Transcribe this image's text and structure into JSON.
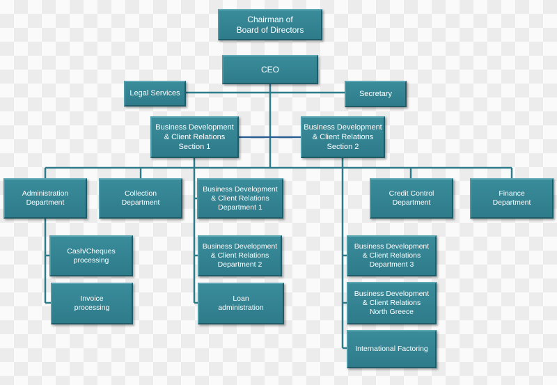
{
  "title": "Organization Chart",
  "nodes": {
    "chairman": "Chairman of\nBoard of Directors",
    "ceo": "CEO",
    "legal": "Legal Services",
    "secretary": "Secretary",
    "section1": "Business Development\n& Client Relations\nSection 1",
    "section2": "Business Development\n& Client Relations\nSection 2",
    "admin": "Administration\nDepartment",
    "collection": "Collection\nDepartment",
    "bd_dept1": "Business Development\n& Client Relations\nDepartment 1",
    "credit": "Credit Control\nDepartment",
    "finance": "Finance\nDepartment",
    "cash": "Cash/Cheques\nprocessing",
    "invoice": "Invoice\nprocessing",
    "bd_dept2": "Business Development\n& Client Relations\nDepartment 2",
    "loan": "Loan\nadministration",
    "bd_dept3": "Business Development\n& Client Relations\nDepartment 3",
    "bd_north": "Business Development\n& Client Relations\nNorth Greece",
    "factoring": "International Factoring"
  },
  "colors": {
    "box": "#31808f",
    "line": "#2e7b8a"
  }
}
